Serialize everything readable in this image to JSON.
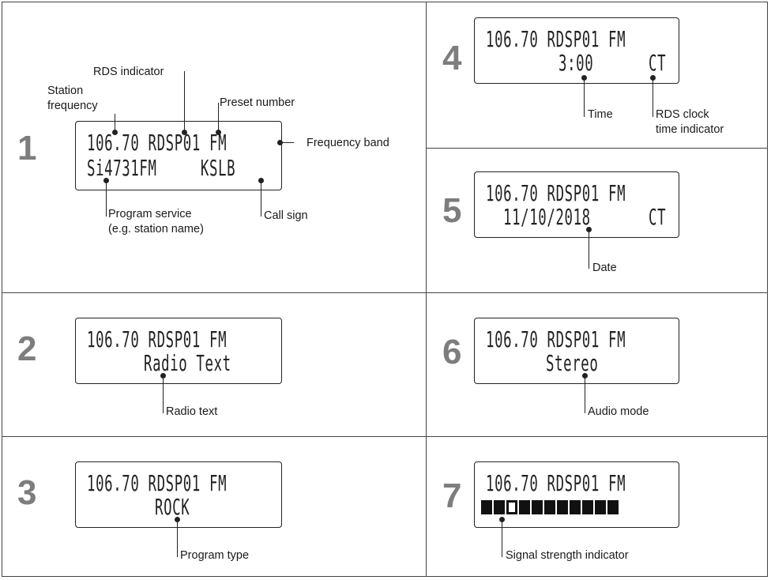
{
  "panels": [
    {
      "number": "1",
      "line1": "106.70 RDSP01 FM",
      "line2": "Si4731FM     KSLB",
      "labels": {
        "station_frequency": "Station\nfrequency",
        "rds_indicator": "RDS indicator",
        "preset_number": "Preset number",
        "frequency_band": "Frequency band",
        "program_service": "Program service\n(e.g. station name)",
        "call_sign": "Call sign"
      }
    },
    {
      "number": "2",
      "line1": "106.70 RDSP01 FM",
      "line2": "Radio Text",
      "label": "Radio text"
    },
    {
      "number": "3",
      "line1": "106.70 RDSP01 FM",
      "line2": "ROCK",
      "label": "Program type"
    },
    {
      "number": "4",
      "line1": "106.70 RDSP01 FM",
      "line2": "3:00",
      "line2_right": "CT",
      "label_time": "Time",
      "label_rds_clock": "RDS clock\ntime indicator"
    },
    {
      "number": "5",
      "line1": "106.70 RDSP01 FM",
      "line2": "11/10/2018",
      "line2_right": "CT",
      "label": "Date"
    },
    {
      "number": "6",
      "line1": "106.70 RDSP01 FM",
      "line2": "Stereo",
      "label": "Audio mode"
    },
    {
      "number": "7",
      "line1": "106.70 RDSP01 FM",
      "label": "Signal strength indicator",
      "signal_level": 0.3
    }
  ]
}
